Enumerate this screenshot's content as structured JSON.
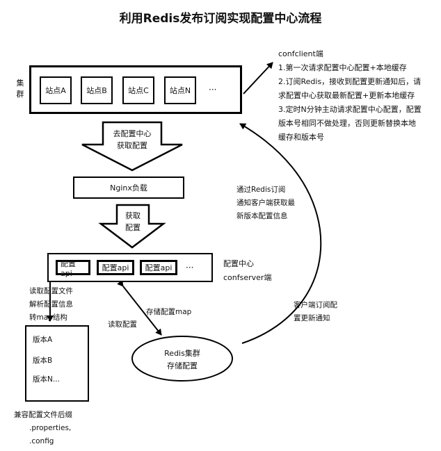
{
  "title": "利用Redis发布订阅实现配置中心流程",
  "cluster_label": [
    "集",
    "群"
  ],
  "sites": [
    "站点A",
    "站点B",
    "站点C",
    "站点N",
    "···"
  ],
  "client_notes": {
    "header": "confclient端",
    "lines": [
      "1.第一次请求配置中心配置+本地缓存",
      "2.订阅Redis，接收到配置更新通知后，请",
      "求配置中心获取最新配置+更新本地缓存",
      "3.定时N分钟主动请求配置中心配置，配置",
      "版本号相同不做处理，否则更新替换本地",
      "缓存和版本号"
    ]
  },
  "arrow1_label": [
    "去配置中心",
    "获取配置"
  ],
  "nginx_label": "Nginx负载",
  "arrow2_label": [
    "获取",
    "配置"
  ],
  "apis": [
    "配置api",
    "配置api",
    "配置api",
    "···"
  ],
  "server_label": [
    "配置中心",
    "confserver端"
  ],
  "redis_notify": [
    "通过Redis订阅",
    "通知客户端获取最",
    "新版本配置信息"
  ],
  "client_subscribe": [
    "客户端订阅配",
    "置更新通知"
  ],
  "read_file": [
    "读取配置文件",
    "解析配置信息",
    "转map结构"
  ],
  "store_map": "存储配置map",
  "read_config": "读取配置",
  "redis_label": [
    "Redis集群",
    "存储配置"
  ],
  "versions": [
    "版本A",
    "版本B",
    "版本N..."
  ],
  "compat": [
    "兼容配置文件后缀",
    ".properties,",
    ".config"
  ]
}
